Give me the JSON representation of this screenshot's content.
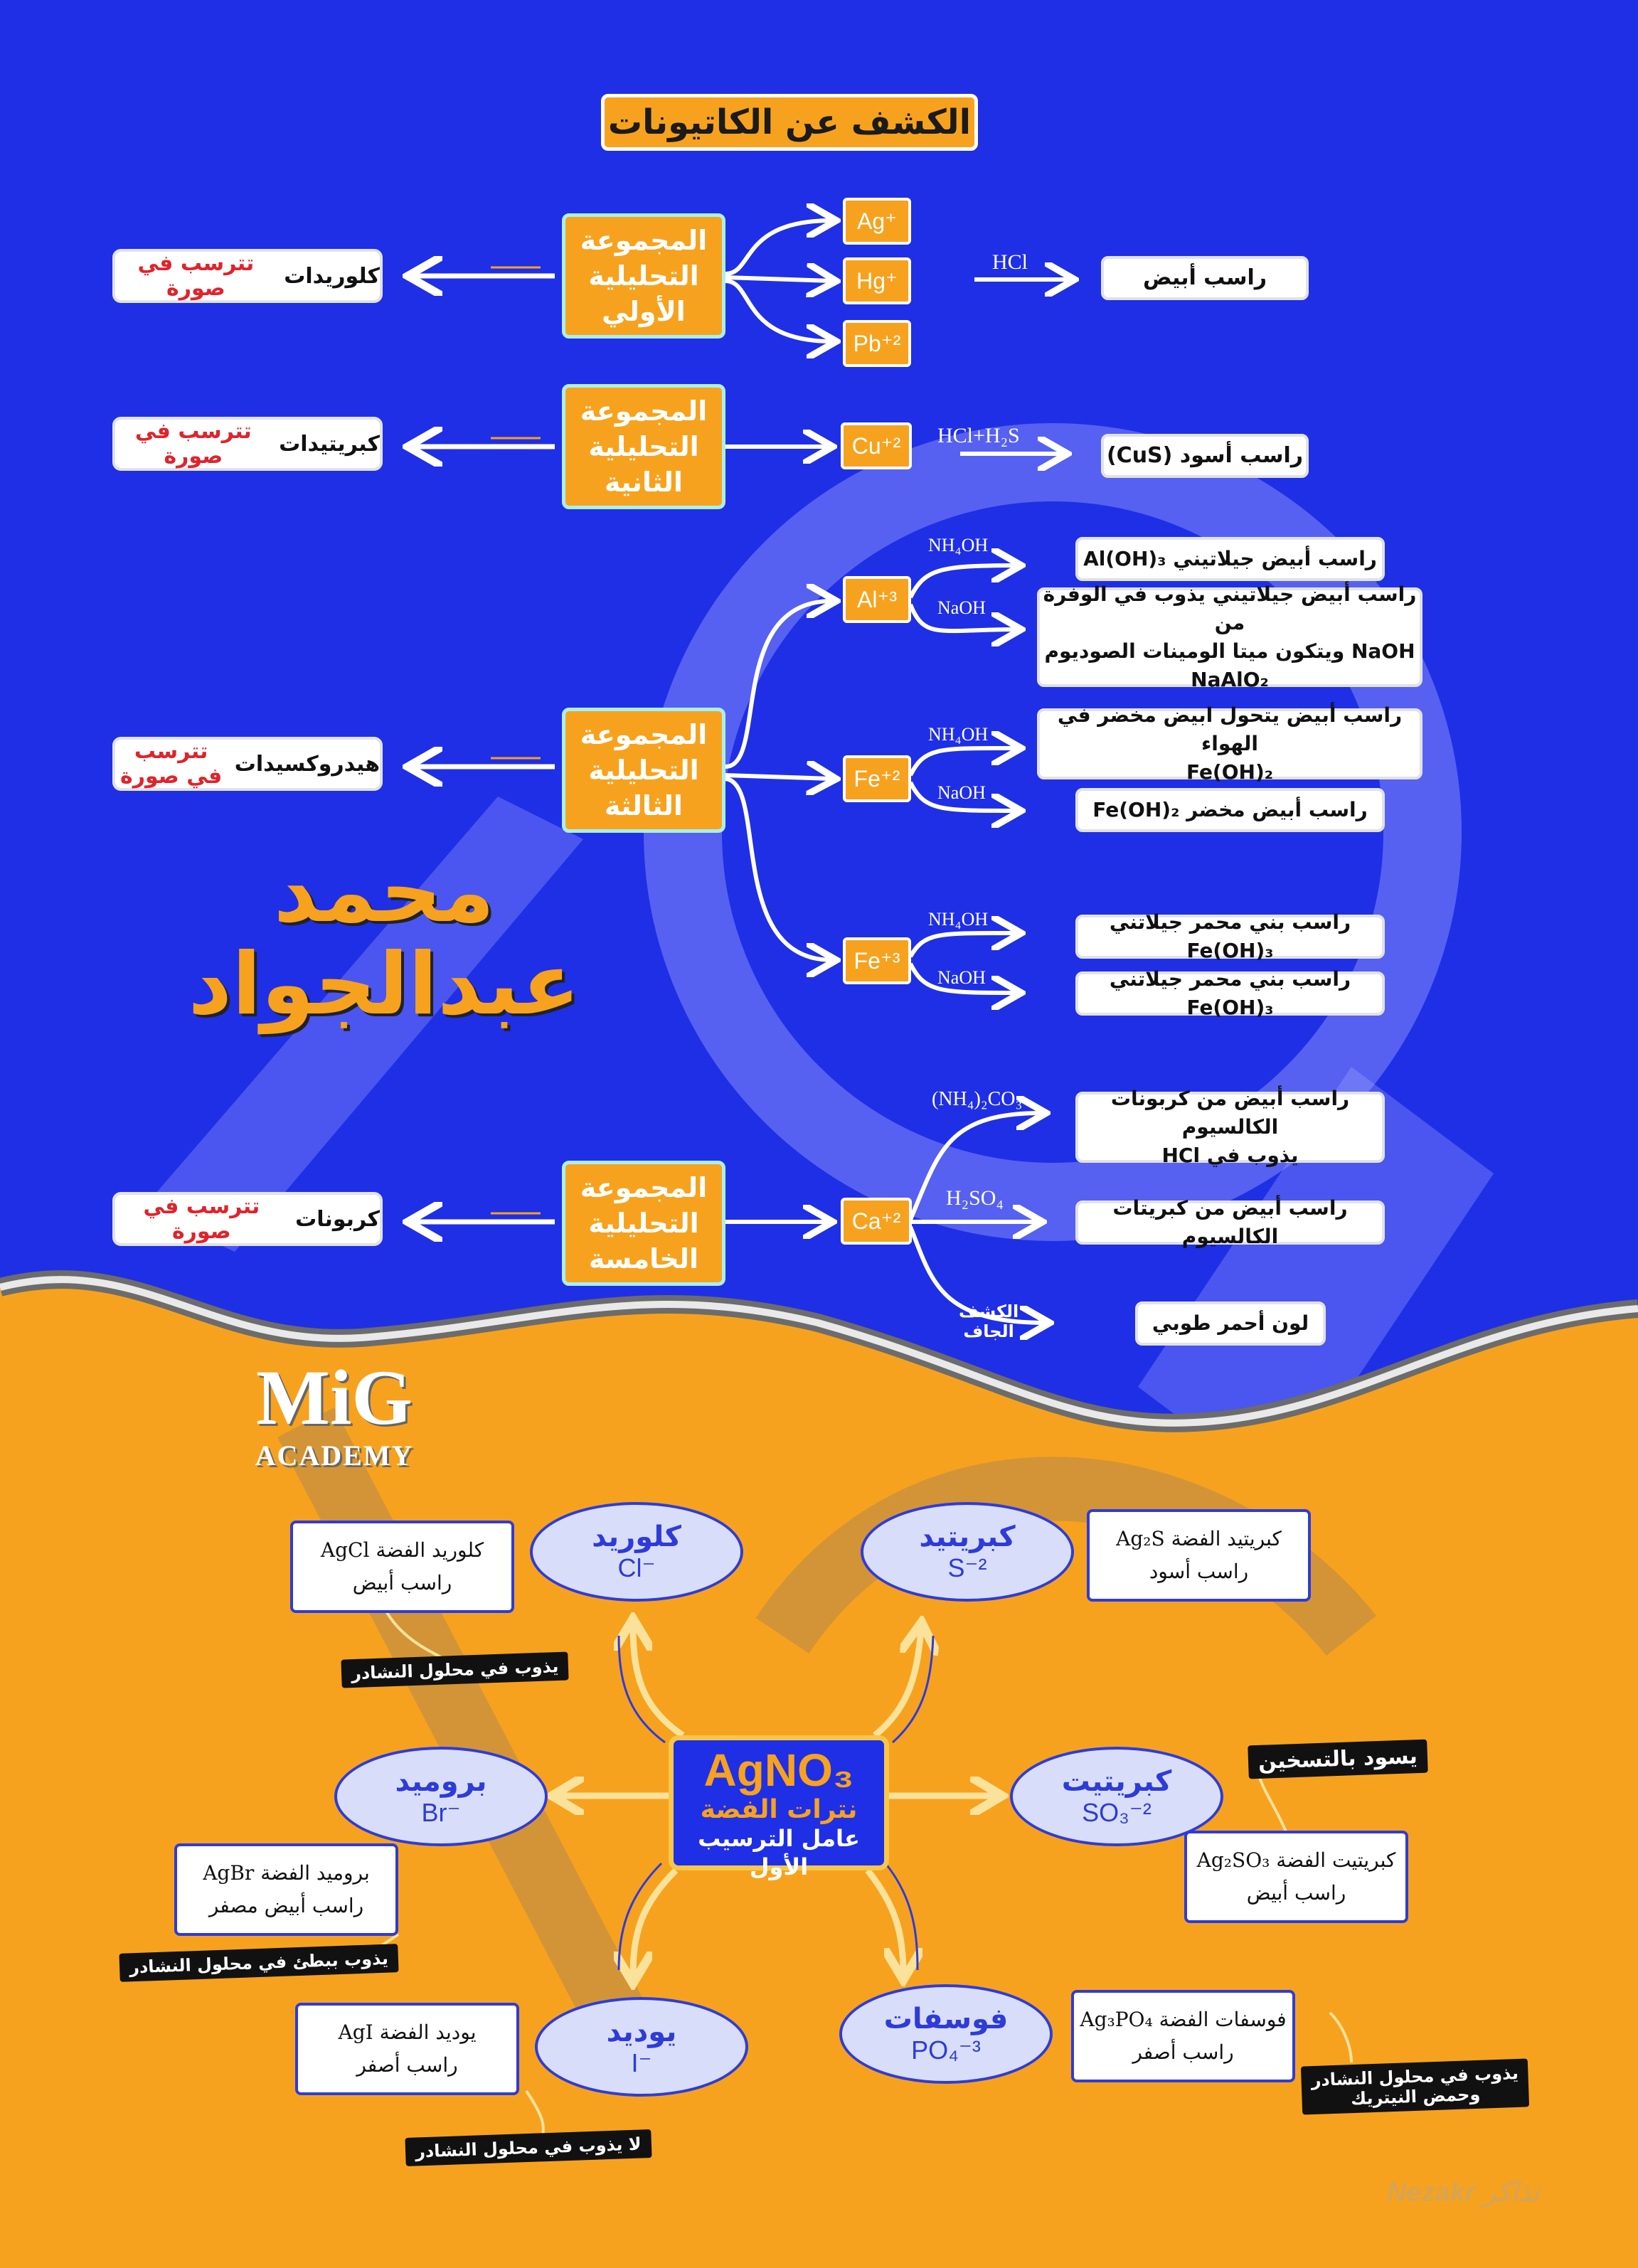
{
  "title": "الكشف عن الكاتيونات",
  "colors": {
    "blue_bg": "#1f2fe6",
    "orange_bg": "#f7a21e",
    "accent_red": "#e0232b",
    "cloud_fill": "#d8defa"
  },
  "groups": [
    {
      "name": "المجموعة\nالتحليلية\nالأولي",
      "precip_prefix": "تترسب في صورة",
      "precip_type": "كلوريدات",
      "ions": [
        "Ag⁺",
        "Hg⁺",
        "Pb⁺²"
      ],
      "reagent": "HCl",
      "result": "راسب أبيض"
    },
    {
      "name": "المجموعة\nالتحليلية\nالثانية",
      "precip_prefix": "تترسب في صورة",
      "precip_type": "كبريتيدات",
      "ions": [
        "Cu⁺²"
      ],
      "reagent": "HCl+H₂S",
      "result": "راسب أسود (CuS)"
    },
    {
      "name": "المجموعة\nالتحليلية\nالثالثة",
      "precip_prefix": "تترسب في صورة",
      "precip_type": "هيدروكسيدات",
      "ions": [
        "Al⁺³",
        "Fe⁺²",
        "Fe⁺³"
      ],
      "branches": [
        {
          "reagent": "NH₄OH",
          "result": "راسب أبيض جيلاتيني Al(OH)₃"
        },
        {
          "reagent": "NaOH",
          "result": "راسب أبيض جيلاتيني يذوب في الوفرة من\nNaOH ويتكون ميتا الومينات الصوديوم\nNaAlO₂"
        },
        {
          "reagent": "NH₄OH",
          "result": "راسب أبيض يتحول ابيض مخضر في الهواء\nFe(OH)₂"
        },
        {
          "reagent": "NaOH",
          "result": "راسب أبيض مخضر Fe(OH)₂"
        },
        {
          "reagent": "NH₄OH",
          "result": "راسب بني محمر جيلاتني Fe(OH)₃"
        },
        {
          "reagent": "NaOH",
          "result": "راسب بني محمر جيلاتني Fe(OH)₃"
        }
      ]
    },
    {
      "name": "المجموعة\nالتحليلية\nالخامسة",
      "precip_prefix": "تترسب في صورة",
      "precip_type": "كربونات",
      "ions": [
        "Ca⁺²"
      ],
      "branches": [
        {
          "reagent": "(NH₄)₂CO₃",
          "result": "راسب أبيض من كربونات الكالسيوم\nيذوب في HCl"
        },
        {
          "reagent": "H₂SO₄",
          "result": "راسب أبيض من كبريتات الكالسيوم"
        },
        {
          "reagent": "الكشف\nالجاف",
          "result": "لون أحمر طوبي"
        }
      ]
    }
  ],
  "watermarks": {
    "author_line1": "محمد",
    "author_line2": "عبدالجواد",
    "mg_top": "MiG",
    "mg_bottom": "ACADEMY",
    "nezakr": "Nezakr نذاكر"
  },
  "silver_nitrate": {
    "formula": "AgNO₃",
    "name": "نترات الفضة",
    "role": "عامل الترسيب الأول",
    "anions": [
      {
        "name": "كلوريد",
        "formula": "Cl⁻",
        "salt_line1": "كلوريد الفضة AgCl",
        "salt_line2": "راسب أبيض",
        "note": "يذوب في محلول النشادر"
      },
      {
        "name": "كبريتيد",
        "formula": "S⁻²",
        "salt_line1": "كبريتيد الفضة Ag₂S",
        "salt_line2": "راسب أسود",
        "note": ""
      },
      {
        "name": "بروميد",
        "formula": "Br⁻",
        "salt_line1": "بروميد الفضة AgBr",
        "salt_line2": "راسب أبيض مصفر",
        "note": "يذوب ببطئ في محلول النشادر"
      },
      {
        "name": "كبريتيت",
        "formula": "SO₃⁻²",
        "salt_line1": "كبريتيت الفضة Ag₂SO₃",
        "salt_line2": "راسب أبيض",
        "note": "يسود بالتسخين"
      },
      {
        "name": "يوديد",
        "formula": "I⁻",
        "salt_line1": "يوديد الفضة AgI",
        "salt_line2": "راسب أصفر",
        "note": "لا يذوب في محلول النشادر"
      },
      {
        "name": "فوسفات",
        "formula": "PO₄⁻³",
        "salt_line1": "فوسفات الفضة Ag₃PO₄",
        "salt_line2": "راسب أصفر",
        "note": "يذوب في محلول النشادر\nوحمض النيتريك"
      }
    ]
  }
}
